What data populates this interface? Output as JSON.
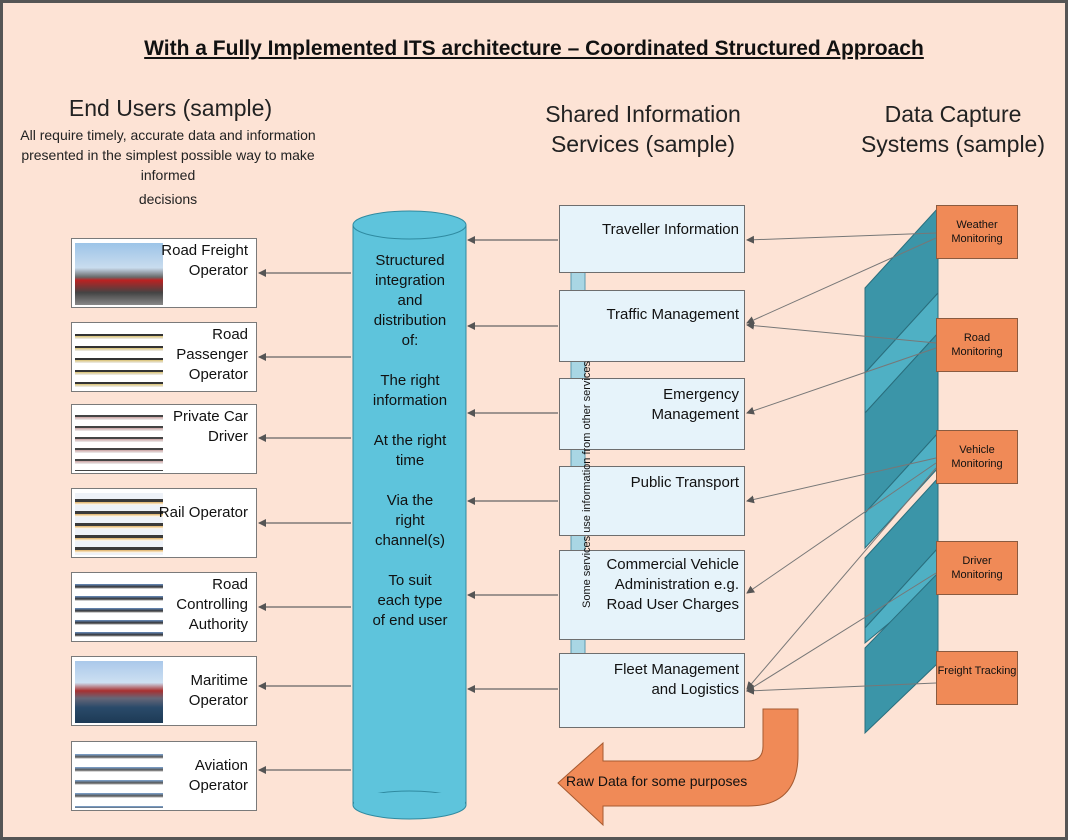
{
  "title": "With a Fully Implemented ITS architecture – Coordinated Structured Approach",
  "end_users": {
    "heading": "End Users (sample)",
    "description": "All require timely, accurate data and information presented in the simplest possible way to make informed",
    "description_end": "decisions",
    "items": [
      {
        "label": "Road Freight Operator",
        "icon": "truck-photo"
      },
      {
        "label": "Road Passenger Operator",
        "icon": "bus-photo"
      },
      {
        "label": "Private Car Driver",
        "icon": "car-photo"
      },
      {
        "label": "Rail Operator",
        "icon": "train-photo"
      },
      {
        "label": "Road Controlling Authority",
        "icon": "road-photo"
      },
      {
        "label": "Maritime Operator",
        "icon": "ship-photo"
      },
      {
        "label": "Aviation Operator",
        "icon": "aircraft-photo"
      }
    ]
  },
  "integration": {
    "lines": [
      "Structured",
      "integration",
      "and",
      "distribution",
      "of:",
      "",
      "The right",
      "information",
      "",
      "At the right",
      "time",
      "",
      "Via the",
      "right",
      "channel(s)",
      "",
      "To suit",
      "each type",
      "of end user"
    ]
  },
  "shared_services": {
    "heading": "Shared Information Services (sample)",
    "items": [
      {
        "label": "Traveller Information"
      },
      {
        "label": "Traffic Management"
      },
      {
        "label": "Emergency Management"
      },
      {
        "label": "Public Transport"
      },
      {
        "label": "Commercial Vehicle Administration e.g. Road User Charges"
      },
      {
        "label": "Fleet Management and Logistics"
      }
    ],
    "vertical_note": "Some services use information from other services"
  },
  "data_capture": {
    "heading": "Data Capture Systems (sample)",
    "items": [
      {
        "label": "Weather Monitoring"
      },
      {
        "label": "Road Monitoring"
      },
      {
        "label": "Vehicle Monitoring"
      },
      {
        "label": "Driver Monitoring"
      },
      {
        "label": "Freight Tracking"
      }
    ]
  },
  "raw_data_label": "Raw Data for some purposes",
  "colors": {
    "background": "#fde3d5",
    "cylinder": "#5ec4dc",
    "slab": "#3b95a8",
    "service_box": "#e6f3fa",
    "data_box": "#f08a57"
  }
}
